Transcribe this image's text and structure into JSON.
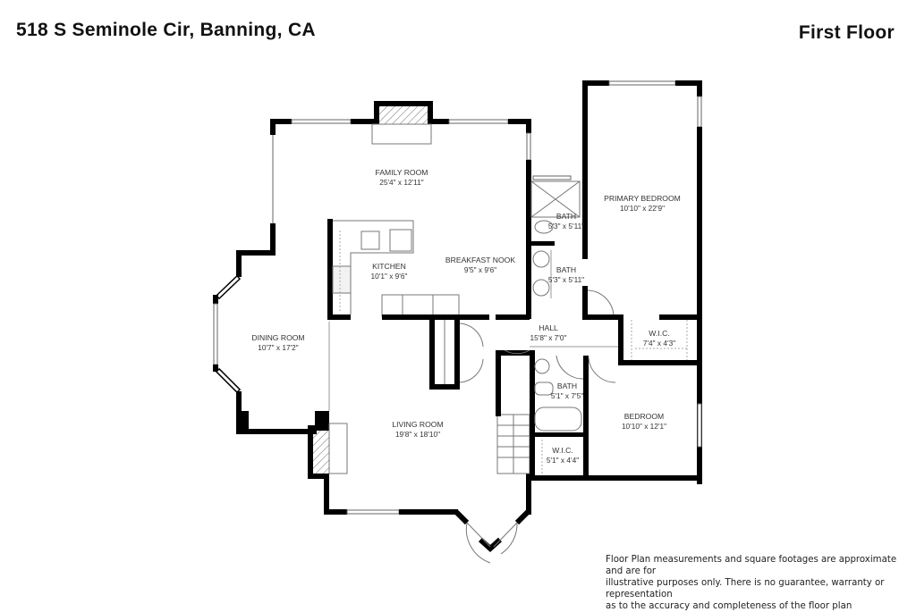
{
  "header": {
    "address": "518 S Seminole Cir, Banning, CA",
    "floor_label": "First Floor"
  },
  "rooms": [
    {
      "id": "family-room",
      "name": "FAMILY ROOM",
      "dimensions": "25'4\" x 12'11\""
    },
    {
      "id": "kitchen",
      "name": "KITCHEN",
      "dimensions": "10'1\" x 9'6\""
    },
    {
      "id": "breakfast-nook",
      "name": "BREAKFAST NOOK",
      "dimensions": "9'5\" x 9'6\""
    },
    {
      "id": "dining-room",
      "name": "DINING ROOM",
      "dimensions": "10'7\" x 17'2\""
    },
    {
      "id": "living-room",
      "name": "LIVING ROOM",
      "dimensions": "19'8\" x 18'10\""
    },
    {
      "id": "primary-bedroom",
      "name": "PRIMARY BEDROOM",
      "dimensions": "10'10\" x 22'9\""
    },
    {
      "id": "bath-1",
      "name": "BATH",
      "dimensions": "5'3\" x 5'11\""
    },
    {
      "id": "bath-2",
      "name": "BATH",
      "dimensions": "5'3\" x 5'11\""
    },
    {
      "id": "hall",
      "name": "HALL",
      "dimensions": "15'8\" x 7'0\""
    },
    {
      "id": "wic-1",
      "name": "W.I.C.",
      "dimensions": "7'4\" x 4'3\""
    },
    {
      "id": "bath-3",
      "name": "BATH",
      "dimensions": "5'1\" x 7'5\""
    },
    {
      "id": "bedroom",
      "name": "BEDROOM",
      "dimensions": "10'10\" x 12'1\""
    },
    {
      "id": "wic-2",
      "name": "W.I.C.",
      "dimensions": "5'1\" x 4'4\""
    }
  ],
  "disclaimer": {
    "line1": "Floor Plan measurements and square footages are approximate and are for",
    "line2": "illustrative purposes only. There is no guarantee, warranty or representation",
    "line3": "as to the accuracy and completeness of the floor plan"
  }
}
